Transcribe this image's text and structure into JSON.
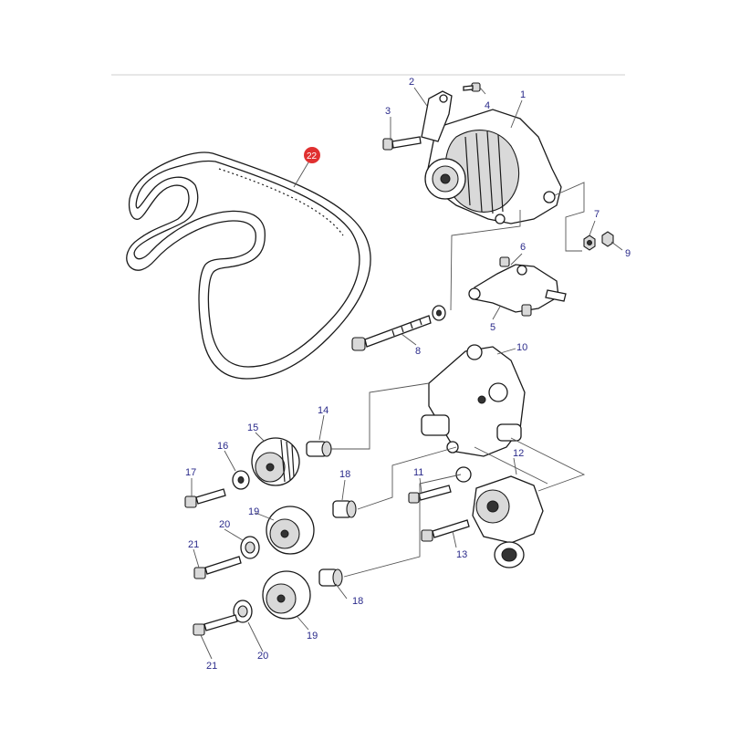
{
  "diagram": {
    "callouts": [
      {
        "id": "c1",
        "label": "1"
      },
      {
        "id": "c2",
        "label": "2"
      },
      {
        "id": "c3",
        "label": "3"
      },
      {
        "id": "c4",
        "label": "4"
      },
      {
        "id": "c5",
        "label": "5"
      },
      {
        "id": "c6",
        "label": "6"
      },
      {
        "id": "c7",
        "label": "7"
      },
      {
        "id": "c8",
        "label": "8"
      },
      {
        "id": "c9",
        "label": "9"
      },
      {
        "id": "c10",
        "label": "10"
      },
      {
        "id": "c11",
        "label": "11"
      },
      {
        "id": "c12",
        "label": "12"
      },
      {
        "id": "c13",
        "label": "13"
      },
      {
        "id": "c14",
        "label": "14"
      },
      {
        "id": "c15",
        "label": "15"
      },
      {
        "id": "c16",
        "label": "16"
      },
      {
        "id": "c17",
        "label": "17"
      },
      {
        "id": "c18a",
        "label": "18"
      },
      {
        "id": "c18b",
        "label": "18"
      },
      {
        "id": "c19a",
        "label": "19"
      },
      {
        "id": "c19b",
        "label": "19"
      },
      {
        "id": "c20a",
        "label": "20"
      },
      {
        "id": "c20b",
        "label": "20"
      },
      {
        "id": "c21a",
        "label": "21"
      },
      {
        "id": "c21b",
        "label": "21"
      },
      {
        "id": "c22",
        "label": "22",
        "highlight": true
      }
    ],
    "colors": {
      "highlight": "#e03030",
      "callout_text": "#2a2a8a",
      "line": "#1a1a1a"
    }
  }
}
